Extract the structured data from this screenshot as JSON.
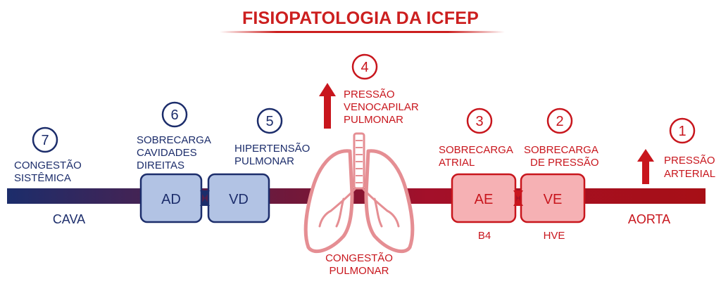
{
  "title": "FISIOPATOLOGIA DA ICFEP",
  "colors": {
    "title_red": "#cc1f1f",
    "dark_blue": "#1c2d6b",
    "red": "#c8161d",
    "right_box_fill": "#f6b1b4",
    "left_box_fill": "#b2c3e4",
    "lung_pink": "#e58e93"
  },
  "bar": {
    "left_label": "CAVA",
    "right_label": "AORTA"
  },
  "boxes": {
    "ad": "AD",
    "vd": "VD",
    "ae": "AE",
    "ve": "VE"
  },
  "box_notes": {
    "b4": "B4",
    "hve": "HVE"
  },
  "steps": [
    {
      "number": "1",
      "lines": [
        "PRESSÃO",
        "ARTERIAL"
      ],
      "arrow_icon": "arrow-up-icon"
    },
    {
      "number": "2",
      "lines": [
        "SOBRECARGA",
        "DE PRESSÃO"
      ]
    },
    {
      "number": "3",
      "lines": [
        "SOBRECARGA",
        "ATRIAL"
      ]
    },
    {
      "number": "4",
      "lines": [
        "PRESSÃO",
        "VENOCAPILAR",
        "PULMONAR"
      ],
      "arrow_icon": "arrow-up-icon"
    },
    {
      "number": "5",
      "lines": [
        "HIPERTENSÃO",
        "PULMONAR"
      ]
    },
    {
      "number": "6",
      "lines": [
        "SOBRECARGA",
        "CAVIDADES",
        "DIREITAS"
      ]
    },
    {
      "number": "7",
      "lines": [
        "CONGESTÃO",
        "SISTÊMICA"
      ]
    }
  ],
  "lungs": {
    "icon": "lungs-icon",
    "lines": [
      "CONGESTÃO",
      "PULMONAR"
    ]
  }
}
